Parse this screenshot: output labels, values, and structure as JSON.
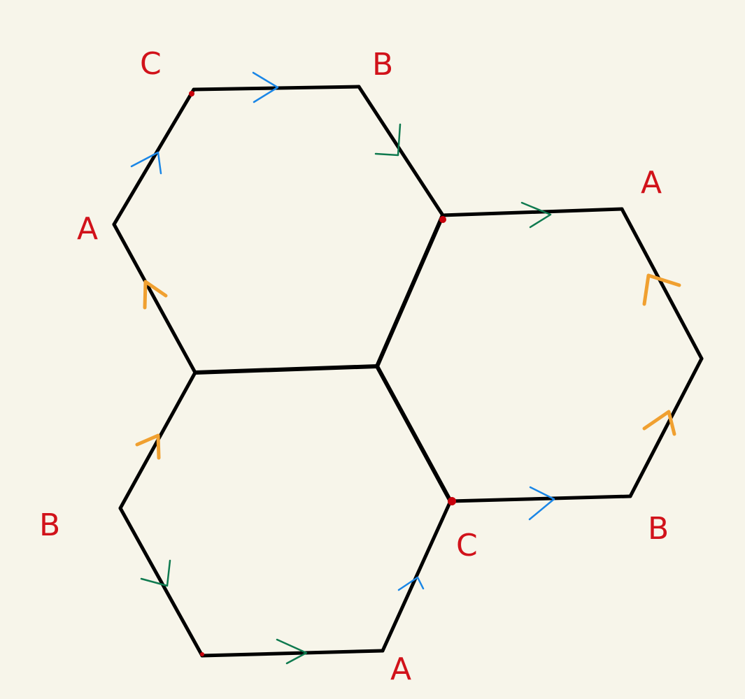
{
  "colors": {
    "background": "#f7f5ea",
    "edge": "#000000",
    "label": "#d1121a",
    "arrow_blue": "#1a86e6",
    "arrow_green": "#0f7a4f",
    "arrow_orange": "#f0a030",
    "vertex_dot": "#c8000c"
  },
  "labels": {
    "top_left_c": "C",
    "top_b": "B",
    "left_a": "A",
    "right_a": "A",
    "left_b": "B",
    "mid_c": "C",
    "right_b": "B",
    "bottom_a": "A"
  }
}
